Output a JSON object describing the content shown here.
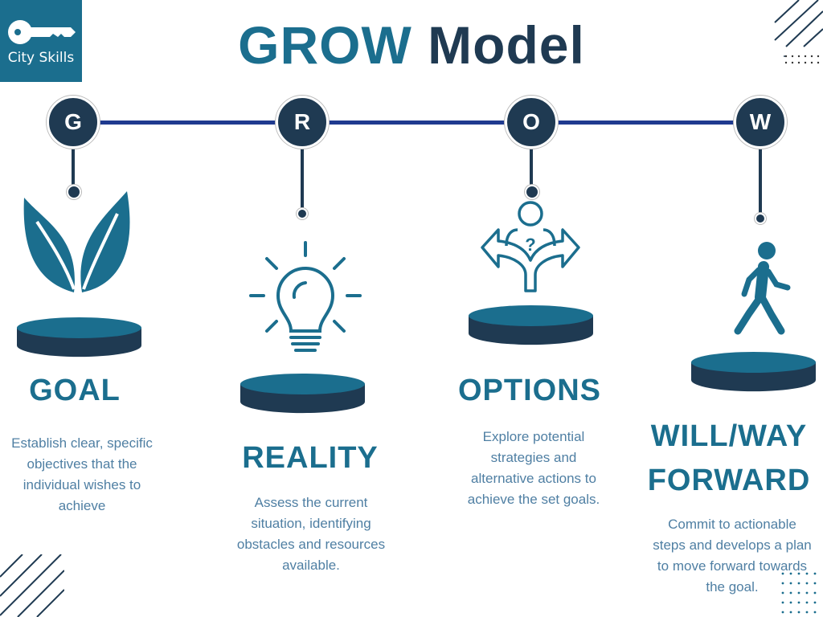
{
  "logo": {
    "text": "City Skills"
  },
  "title": {
    "part1": "GROW",
    "part2": "Model"
  },
  "colors": {
    "teal": "#1b6e8e",
    "navy": "#1f3a52",
    "line": "#1f3a8f",
    "body_text": "#4f7fa3"
  },
  "steps": [
    {
      "letter": "G",
      "heading": "GOAL",
      "description": "Establish clear, specific objectives that the individual wishes to achieve",
      "icon": "leaves-icon"
    },
    {
      "letter": "R",
      "heading": "REALITY",
      "description": "Assess the current situation, identifying obstacles and resources available.",
      "icon": "lightbulb-icon"
    },
    {
      "letter": "O",
      "heading": "OPTIONS",
      "description": "Explore potential strategies and alternative actions to achieve the set goals.",
      "icon": "person-question-arrows-icon"
    },
    {
      "letter": "W",
      "heading_line1": "WILL/WAY",
      "heading_line2": "FORWARD",
      "description": "Commit to actionable steps and develops a plan to move forward towards the goal.",
      "icon": "walking-person-icon"
    }
  ]
}
